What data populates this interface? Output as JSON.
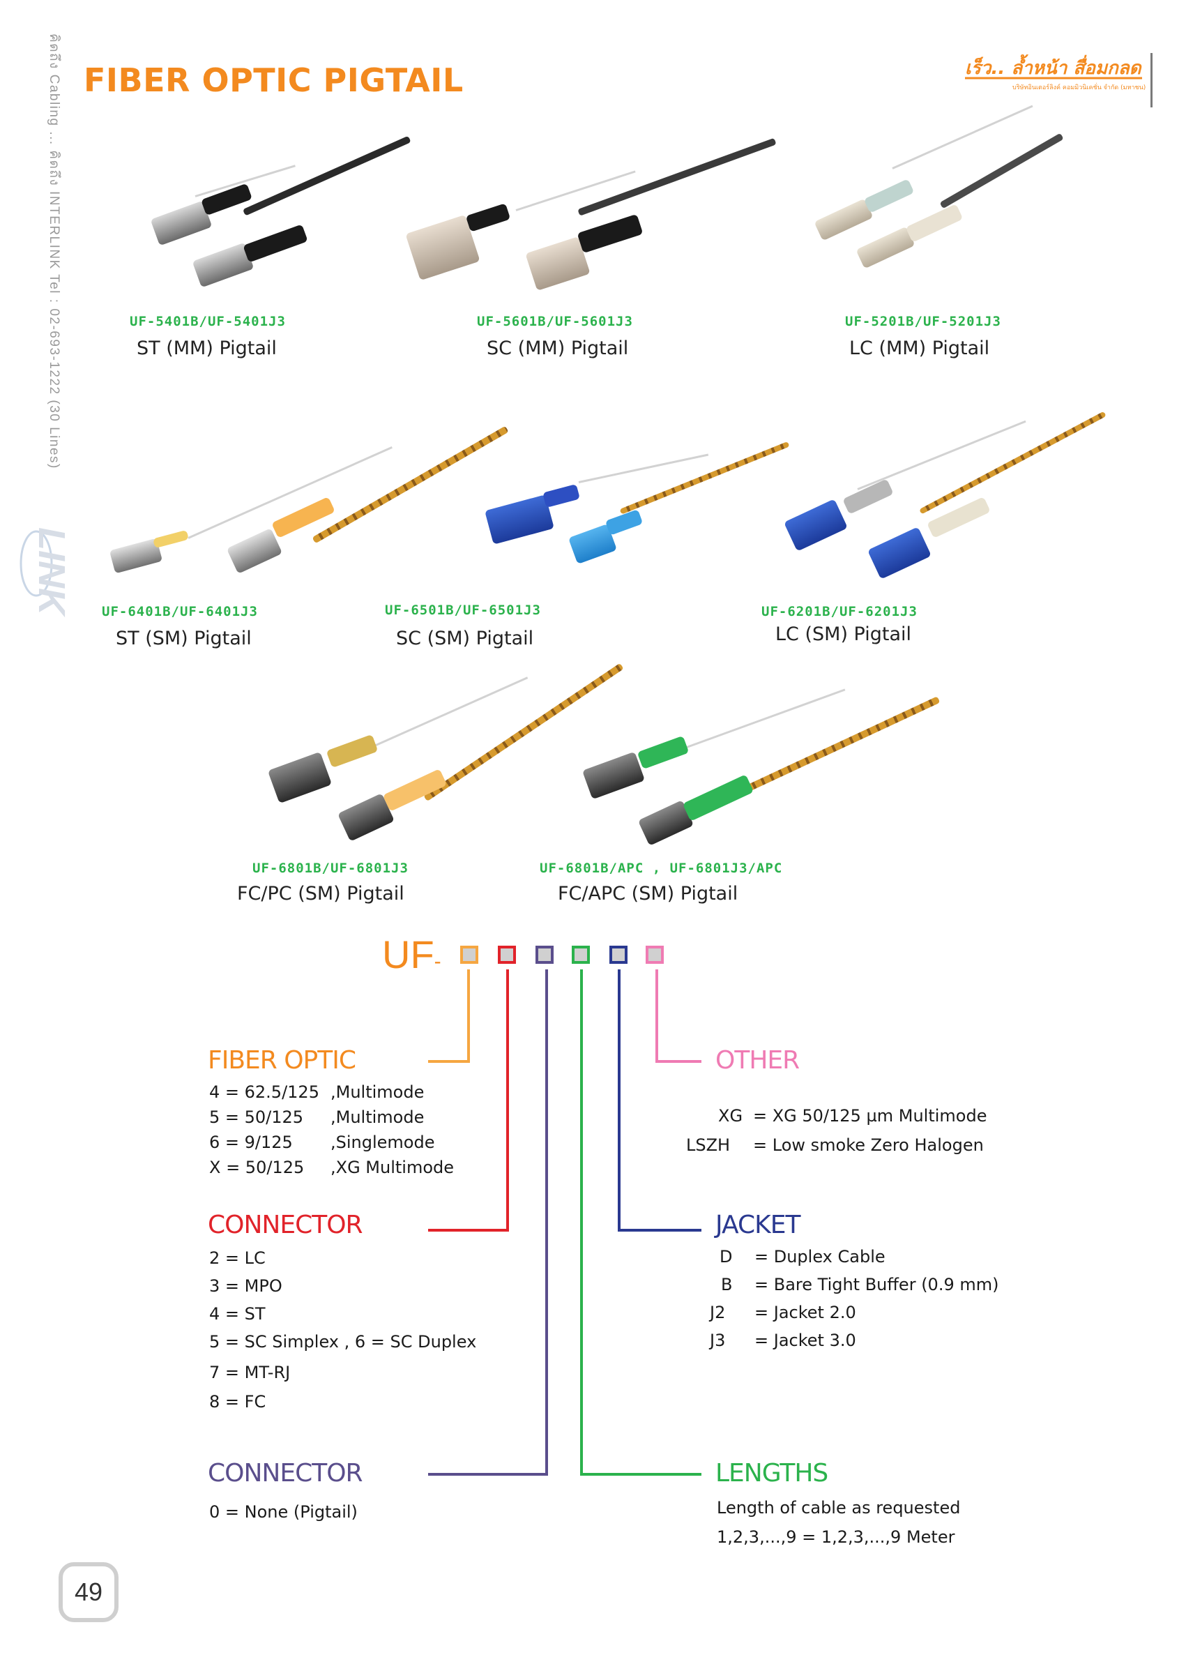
{
  "header": {
    "title": "FIBER OPTIC PIGTAIL",
    "logo_text": "เร็ว.. ล้ำหน้า สื่อมกลด",
    "logo_subtext": "บริษัทอินเตอร์ลิงค์ คอมมิวนิเคชั่น จำกัด (มหาชน)"
  },
  "sidebar": {
    "text": "คิดถึง Cabling ... คิดถึง INTERLINK    Tel : 02-693-1222 (30 Lines)",
    "logo_text": "LINK"
  },
  "products": [
    {
      "code": "UF-5401B/UF-5401J3",
      "name": "ST (MM) Pigtail"
    },
    {
      "code": "UF-5601B/UF-5601J3",
      "name": "SC (MM) Pigtail"
    },
    {
      "code": "UF-5201B/UF-5201J3",
      "name": "LC (MM) Pigtail"
    },
    {
      "code": "UF-6401B/UF-6401J3",
      "name": "ST (SM) Pigtail"
    },
    {
      "code": "UF-6501B/UF-6501J3",
      "name": "SC (SM) Pigtail"
    },
    {
      "code": "UF-6201B/UF-6201J3",
      "name": "LC (SM) Pigtail"
    },
    {
      "code": "UF-6801B/UF-6801J3",
      "name": "FC/PC (SM) Pigtail"
    },
    {
      "code": "UF-6801B/APC , UF-6801J3/APC",
      "name": "FC/APC (SM) Pigtail"
    }
  ],
  "code_diagram": {
    "prefix": "UF",
    "dash": "-",
    "box_colors": [
      "#f5a641",
      "#e1232a",
      "#5a4e8c",
      "#2bb24c",
      "#2a3990",
      "#ef7bb3"
    ]
  },
  "sections": {
    "fiber_optic": {
      "title": "FIBER OPTIC",
      "color": "#f38a1f",
      "rows": [
        {
          "k": "4 = 62.5/125",
          "v": ",Multimode"
        },
        {
          "k": "5 = 50/125",
          "v": ",Multimode"
        },
        {
          "k": "6 = 9/125",
          "v": ",Singlemode"
        },
        {
          "k": "X = 50/125",
          "v": ",XG Multimode"
        }
      ]
    },
    "connector": {
      "title": "CONNECTOR",
      "color": "#e1232a",
      "rows": [
        "2 = LC",
        "3 = MPO",
        "4 = ST",
        "5 = SC Simplex , 6 = SC Duplex",
        "7 = MT-RJ",
        "8 = FC"
      ]
    },
    "connector2": {
      "title": "CONNECTOR",
      "color": "#5a4e8c",
      "rows": [
        "0 = None (Pigtail)"
      ]
    },
    "other": {
      "title": "OTHER",
      "color": "#ef7bb3",
      "rows": [
        {
          "k": "XG",
          "v": "= XG 50/125  µm Multimode"
        },
        {
          "k": "LSZH",
          "v": "= Low smoke Zero Halogen"
        }
      ]
    },
    "jacket": {
      "title": "JACKET",
      "color": "#2a3990",
      "rows": [
        {
          "k": "D",
          "v": "= Duplex Cable"
        },
        {
          "k": "B",
          "v": "= Bare Tight Buffer (0.9 mm)"
        },
        {
          "k": "J2",
          "v": "= Jacket 2.0"
        },
        {
          "k": "J3",
          "v": "= Jacket 3.0"
        }
      ]
    },
    "lengths": {
      "title": "LENGTHS",
      "color": "#2bb24c",
      "rows": [
        "Length of cable as requested",
        "1,2,3,...,9 = 1,2,3,...,9 Meter"
      ]
    }
  },
  "page_number": "49"
}
